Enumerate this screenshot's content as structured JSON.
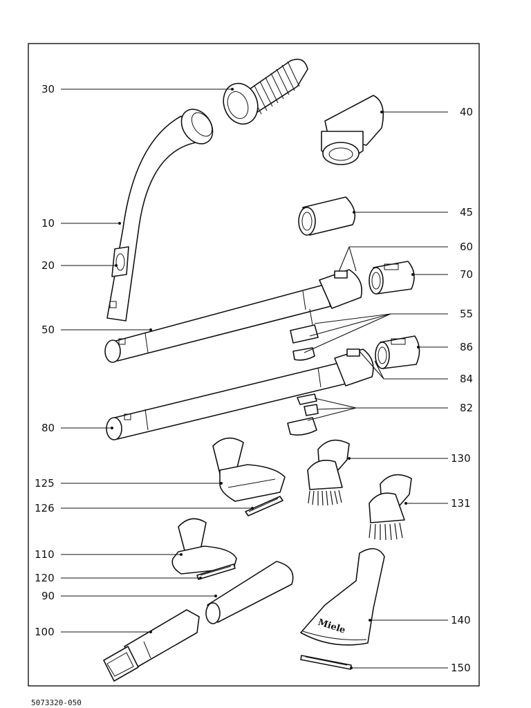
{
  "document_code": "5073320-050",
  "brand_mark": "Miele",
  "callouts": {
    "p10": "10",
    "p20": "20",
    "p30": "30",
    "p40": "40",
    "p45": "45",
    "p50": "50",
    "p55": "55",
    "p60": "60",
    "p70": "70",
    "p80": "80",
    "p82": "82",
    "p84": "84",
    "p86": "86",
    "p90": "90",
    "p100": "100",
    "p110": "110",
    "p120": "120",
    "p125": "125",
    "p126": "126",
    "p130": "130",
    "p131": "131",
    "p140": "140",
    "p150": "150"
  }
}
